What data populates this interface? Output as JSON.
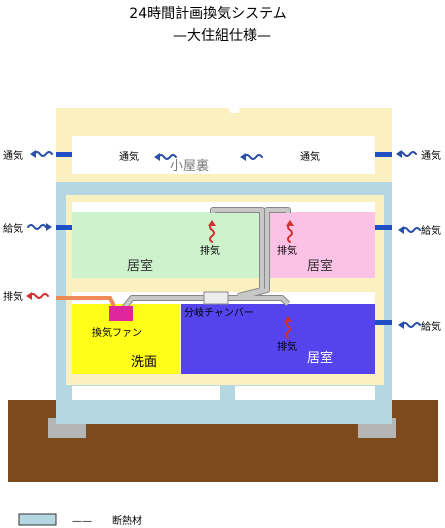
{
  "title": {
    "line1": "24時間計画換気システム",
    "line2": "—大住組仕様—"
  },
  "attic": {
    "label": "小屋裏",
    "vent_left": "通気",
    "vent_right": "通気"
  },
  "outside": {
    "vent_left": "通気",
    "vent_right": "通気",
    "supply_left": "給気",
    "supply_right_upper": "給気",
    "exhaust_left": "排気",
    "supply_right_lower": "給気"
  },
  "rooms": {
    "room1": {
      "label": "居室",
      "exhaust": "排気"
    },
    "room2": {
      "label": "居室",
      "exhaust": "排気"
    },
    "room3": {
      "label": "居室",
      "exhaust": "排気"
    },
    "washroom": {
      "label": "洗面",
      "fan": "換気ファン"
    }
  },
  "chamber": {
    "label": "分岐チャンバー"
  },
  "legend": {
    "dash": "——",
    "label": "断熱材"
  },
  "colors": {
    "structure": "#fbf1c0",
    "insulation": "#b4d7e2",
    "room1": "#cdf2cc",
    "room2": "#fbc2e6",
    "room3": "#5544ee",
    "washroom": "#ffff1a",
    "fan": "#e0269c",
    "ground": "#7c4a1c",
    "foundation": "#b5b5b5",
    "duct": "#c8c8c8",
    "exhaust_duct": "#ee8a55",
    "heater": "#ee3322",
    "arrow_blue": "#2a4fa8",
    "arrow_red": "#d03030",
    "port": "#1f4fc4"
  }
}
